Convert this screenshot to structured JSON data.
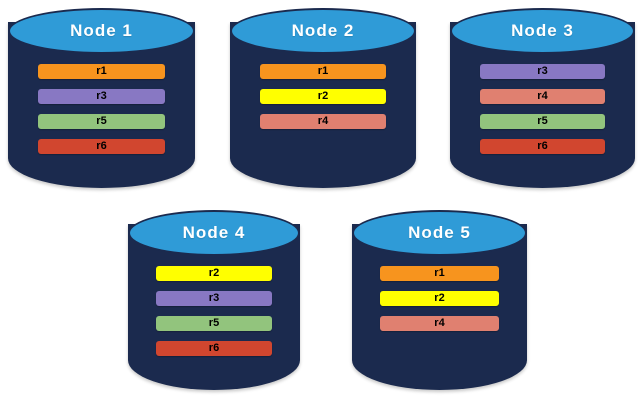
{
  "diagram": {
    "type": "database-replica-placement",
    "node_count": 5,
    "replica_colors": {
      "r1": "#f7941e",
      "r2": "#ffff00",
      "r3": "#8878c3",
      "r4": "#e08070",
      "r5": "#92c47d",
      "r6": "#d1462f"
    },
    "node_body_color": "#1b2a4e",
    "node_top_color": "#2f9bd7",
    "background_color": "#ffffff",
    "nodes": [
      {
        "title": "Node 1",
        "replicas": [
          {
            "label": "r1",
            "color": "#f7941e"
          },
          {
            "label": "r3",
            "color": "#8878c3"
          },
          {
            "label": "r5",
            "color": "#92c47d"
          },
          {
            "label": "r6",
            "color": "#d1462f"
          }
        ]
      },
      {
        "title": "Node 2",
        "replicas": [
          {
            "label": "r1",
            "color": "#f7941e"
          },
          {
            "label": "r2",
            "color": "#ffff00"
          },
          {
            "label": "r4",
            "color": "#e08070"
          }
        ]
      },
      {
        "title": "Node 3",
        "replicas": [
          {
            "label": "r3",
            "color": "#8878c3"
          },
          {
            "label": "r4",
            "color": "#e08070"
          },
          {
            "label": "r5",
            "color": "#92c47d"
          },
          {
            "label": "r6",
            "color": "#d1462f"
          }
        ]
      },
      {
        "title": "Node 4",
        "replicas": [
          {
            "label": "r2",
            "color": "#ffff00"
          },
          {
            "label": "r3",
            "color": "#8878c3"
          },
          {
            "label": "r5",
            "color": "#92c47d"
          },
          {
            "label": "r6",
            "color": "#d1462f"
          }
        ]
      },
      {
        "title": "Node 5",
        "replicas": [
          {
            "label": "r1",
            "color": "#f7941e"
          },
          {
            "label": "r2",
            "color": "#ffff00"
          },
          {
            "label": "r4",
            "color": "#e08070"
          }
        ]
      }
    ]
  }
}
